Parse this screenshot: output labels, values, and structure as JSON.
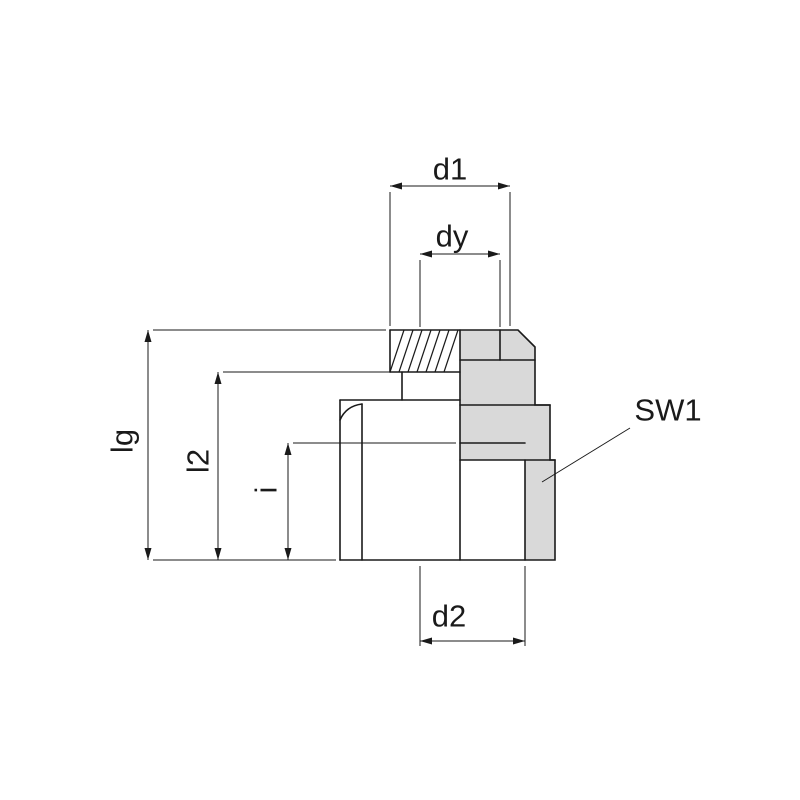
{
  "drawing": {
    "type": "technical-section-drawing",
    "subject": "threaded pipe fitting half-section view",
    "dimension_labels": {
      "d1": "d1",
      "dy": "dy",
      "lg": "lg",
      "l2": "l2",
      "i": "i",
      "sw1": "SW1",
      "d2": "d2"
    },
    "colors": {
      "line": "#1a1a1a",
      "section_fill": "#d9d9d9",
      "background": "#ffffff"
    }
  }
}
